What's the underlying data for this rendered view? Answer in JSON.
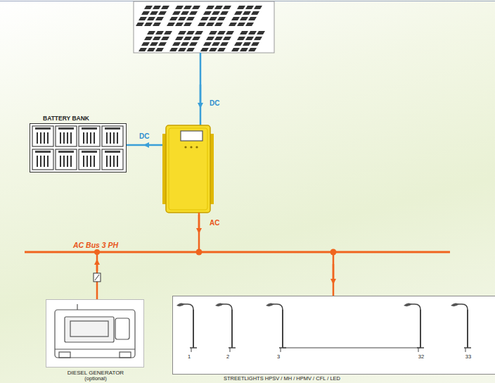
{
  "diagram": {
    "nodes": [
      {
        "text": [
          "BATTERY BANK"
        ]
      },
      {
        "text": [
          "DIESEL GENERATOR",
          "(optional)"
        ]
      },
      {
        "text": [
          "1",
          "2",
          "3",
          "32",
          "33",
          "STREETLIGHTS HPSV / MH / HPMV / CFL / LED"
        ]
      }
    ],
    "labels": [
      "DC",
      "DC",
      "AC",
      "AC Bus 3 PH"
    ]
  }
}
